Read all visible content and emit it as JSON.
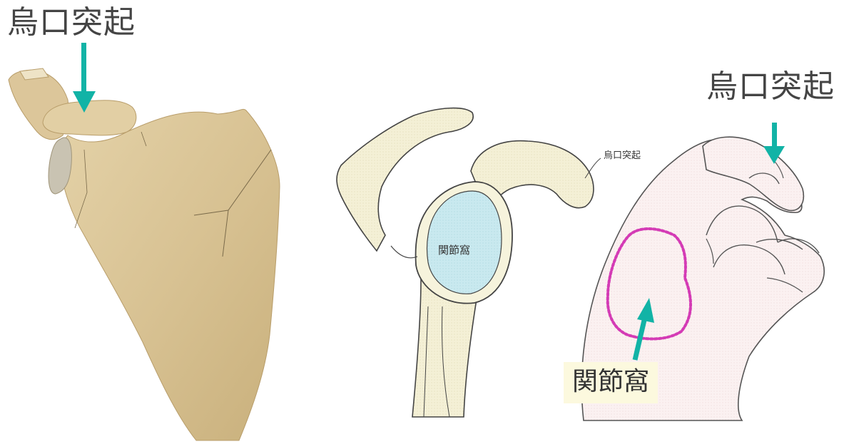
{
  "labels": {
    "coracoid_top_left": "烏口突起",
    "coracoid_top_right": "烏口突起",
    "coracoid_small": "烏口突起",
    "glenoid_inner": "関節窩",
    "glenoid_box": "関節窩"
  },
  "colors": {
    "arrow_teal": "#12b3a6",
    "bone_fill": "#d9c49a",
    "diagram_bone_fill": "#f6f3dc",
    "glenoid_fill": "#c6e8ee",
    "hand_fill": "#f8eded",
    "outline_magenta": "#d43bb5",
    "label_box_bg": "#fcf9de"
  }
}
